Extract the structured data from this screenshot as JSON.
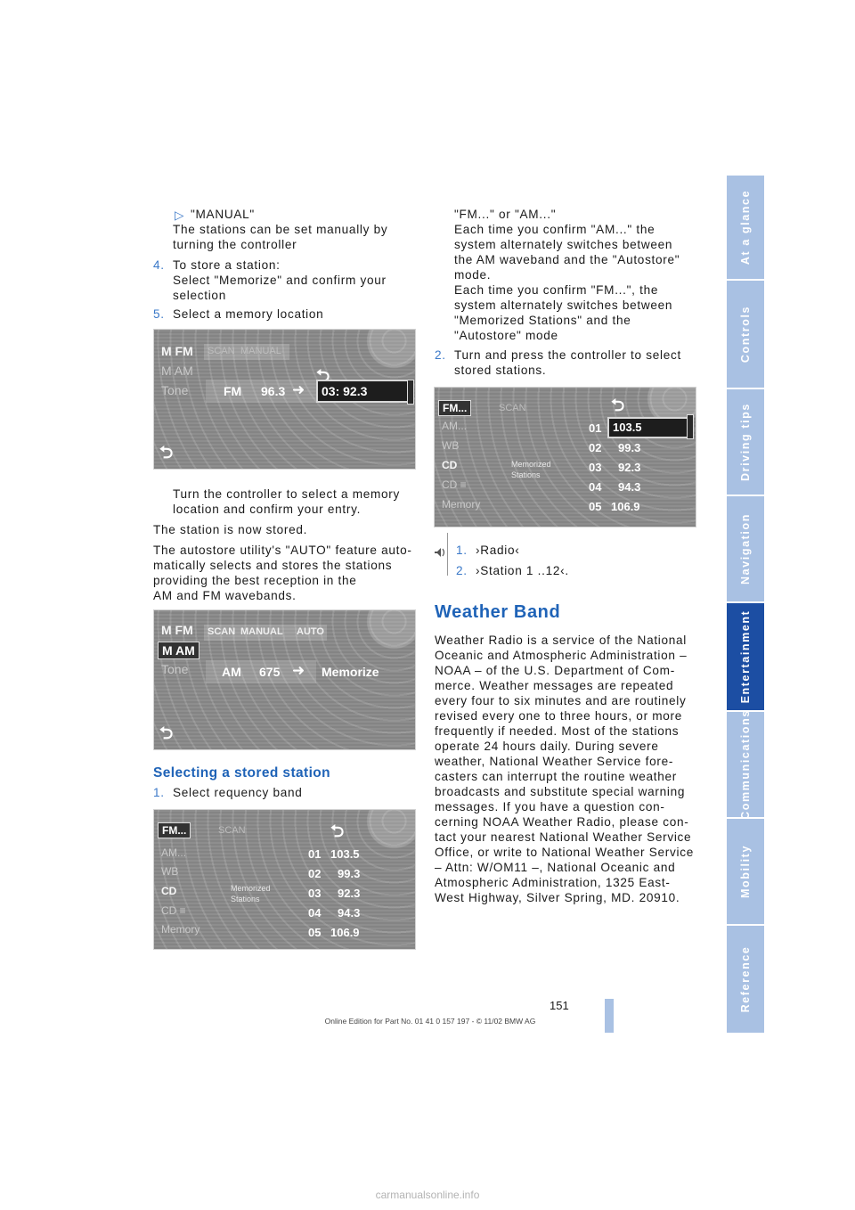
{
  "left": {
    "bullet": "▷",
    "manual_title": "\"MANUAL\"",
    "manual_line1": "The stations can be set manually by",
    "manual_line2": "turning the controller",
    "step4_num": "4.",
    "step4_line1": "To store a station:",
    "step4_line2": "Select \"Memorize\" and confirm your",
    "step4_line3": "selection",
    "step5_num": "5.",
    "step5_text": "Select a memory location",
    "turn_line1": "Turn the controller to select a memory",
    "turn_line2": "location and confirm your entry.",
    "stored": "The station is now stored.",
    "auto_p": [
      "The autostore utility's \"AUTO\" feature auto-",
      "matically selects and stores the stations",
      "providing the best reception in the",
      "AM and FM wavebands."
    ],
    "section_heading": "Selecting a stored station",
    "step1_num": "1.",
    "step1_text": "Select requency band"
  },
  "right": {
    "cont_lines": [
      "\"FM...\" or \"AM...\"",
      "Each time you confirm \"AM...\" the",
      "system alternately switches between",
      "the AM waveband and the \"Autostore\"",
      "mode.",
      "Each time you confirm \"FM...\", the",
      "system alternately switches between",
      "\"Memorized Stations\" and the",
      "\"Autostore\" mode"
    ],
    "step2_num": "2.",
    "step2_line1": "Turn and press the controller to select",
    "step2_line2": "stored stations.",
    "note1_num": "1.",
    "note1_text": "›Radio‹",
    "note2_num": "2.",
    "note2_text": "›Station 1 ..12‹.",
    "weather_heading": "Weather Band",
    "weather_p": [
      "Weather Radio is a service of the National",
      "Oceanic and Atmospheric Administration –",
      "NOAA – of the U.S. Department of Com-",
      "merce. Weather messages are repeated",
      "every four to six minutes and are routinely",
      "revised every one to three hours, or more",
      "frequently if needed. Most of the stations",
      "operate 24 hours daily. During severe",
      "weather, National Weather Service fore-",
      "casters can interrupt the routine weather",
      "broadcasts and substitute special warning",
      "messages. If you have a question con-",
      "cerning NOAA Weather Radio, please con-",
      "tact your nearest National Weather Service",
      "Office, or write to National Weather Service",
      "– Attn: W/OM11 –, National Oceanic and",
      "Atmospheric Administration, 1325 East-",
      "West Highway, Silver Spring, MD. 20910."
    ]
  },
  "screen1": {
    "menu": [
      "M FM",
      "M AM",
      "Tone"
    ],
    "top": [
      "SCAN",
      "MANUAL"
    ],
    "band": "FM",
    "freq": "96.3",
    "arrow": "➜",
    "slot": "03: 92.3",
    "back": "⮌"
  },
  "screen2": {
    "menu": [
      "M FM",
      "M AM",
      "Tone"
    ],
    "top": [
      "SCAN",
      "MANUAL",
      "AUTO"
    ],
    "band": "AM",
    "freq": "675",
    "arrow": "➜",
    "memorize": "Memorize",
    "back": "⮌"
  },
  "screen3": {
    "menu": [
      "FM...",
      "AM...",
      "WB",
      "CD",
      "CD ≡",
      "Memory"
    ],
    "top": "SCAN",
    "memorized_label": [
      "Memorized",
      "Stations"
    ],
    "stations": [
      {
        "num": "01",
        "freq": "103.5"
      },
      {
        "num": "02",
        "freq": "99.3"
      },
      {
        "num": "03",
        "freq": "92.3"
      },
      {
        "num": "04",
        "freq": "94.3"
      },
      {
        "num": "05",
        "freq": "106.9"
      }
    ],
    "back": "⮌"
  },
  "side_tabs": [
    "At a glance",
    "Controls",
    "Driving tips",
    "Navigation",
    "Entertainment",
    "Communications",
    "Mobility",
    "Reference"
  ],
  "active_tab": "Entertainment",
  "page_number": "151",
  "footer": "Online Edition for Part No. 01 41 0 157 197 - © 11/02 BMW AG",
  "watermark": "carmanualsonline.info",
  "colors": {
    "heading": "#1f63b7",
    "tab": "#a9c1e3",
    "tab_active": "#1c4ea3",
    "step_number": "#3a78c8"
  }
}
